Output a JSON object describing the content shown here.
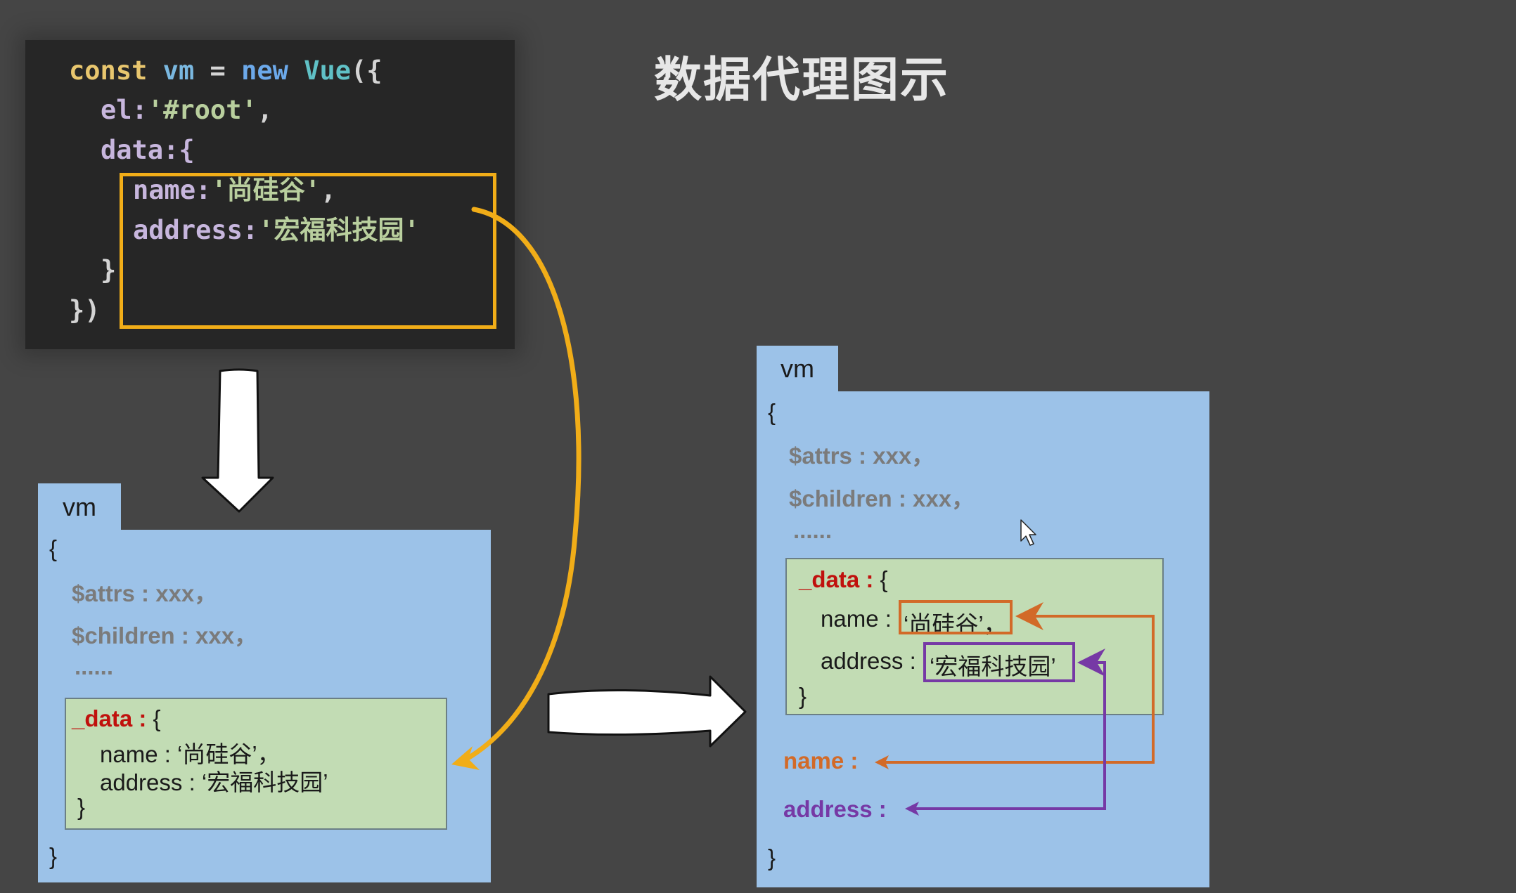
{
  "title": "数据代理图示",
  "code": {
    "kw_const": "const",
    "var_vm": "vm",
    "op_eq": "=",
    "kw_new": "new",
    "cls_vue": "Vue",
    "open": "({",
    "el_key": "el:",
    "el_value": "'#root'",
    "comma": ",",
    "data_key": "data:{",
    "name_key": "name:",
    "name_value": "'尚硅谷'",
    "address_key": "address:",
    "address_value": "'宏福科技园'",
    "close_brace": "}",
    "close_all": "})"
  },
  "left_vm": {
    "tab": "vm",
    "open": "{",
    "attrs": "$attrs : xxx，",
    "children": "$children : xxx，",
    "ellipsis": "......",
    "data_label": "_data :",
    "data_open": " {",
    "name_line": "name : ‘尚硅谷’，",
    "address_line": "address : ‘宏福科技园’",
    "data_close": "}",
    "close": "}"
  },
  "right_vm": {
    "tab": "vm",
    "open": "{",
    "attrs": "$attrs : xxx，",
    "children": "$children : xxx，",
    "ellipsis": "......",
    "data_label": "_data :",
    "data_open": " {",
    "name_key": "name :",
    "name_value": "‘尚硅谷’，",
    "address_key": "address :",
    "address_value": "‘宏福科技园’",
    "data_close": "}",
    "proxy_name": "name :",
    "proxy_address": "address :",
    "close": "}"
  },
  "colors": {
    "background": "#454545",
    "highlight": "#f1ad18",
    "vm_blue": "#9cc2e8",
    "data_green": "#c2dcb4",
    "name_orange": "#d26a28",
    "address_purple": "#7639a5",
    "data_red": "#c0110d"
  }
}
